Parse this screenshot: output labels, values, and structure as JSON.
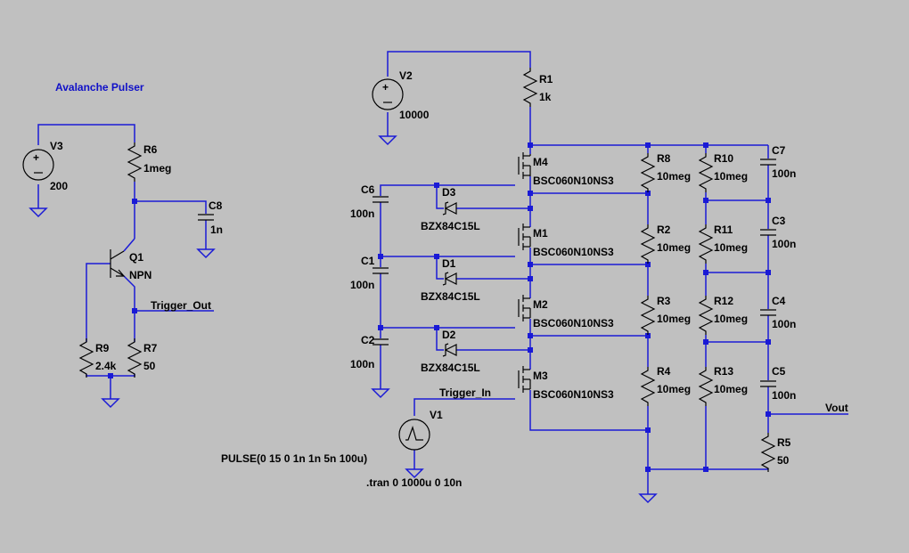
{
  "title": "Avalanche Pulser",
  "components": {
    "V3": {
      "name": "V3",
      "value": "200"
    },
    "R6": {
      "name": "R6",
      "value": "1meg"
    },
    "C8": {
      "name": "C8",
      "value": "1n"
    },
    "Q1": {
      "name": "Q1",
      "value": "NPN"
    },
    "R9": {
      "name": "R9",
      "value": "2.4k"
    },
    "R7": {
      "name": "R7",
      "value": "50"
    },
    "V2": {
      "name": "V2",
      "value": "10000"
    },
    "R1": {
      "name": "R1",
      "value": "1k"
    },
    "M4": {
      "name": "M4",
      "value": "BSC060N10NS3"
    },
    "M1": {
      "name": "M1",
      "value": "BSC060N10NS3"
    },
    "M2": {
      "name": "M2",
      "value": "BSC060N10NS3"
    },
    "M3": {
      "name": "M3",
      "value": "BSC060N10NS3"
    },
    "D3": {
      "name": "D3",
      "value": "BZX84C15L"
    },
    "D1": {
      "name": "D1",
      "value": "BZX84C15L"
    },
    "D2": {
      "name": "D2",
      "value": "BZX84C15L"
    },
    "C6": {
      "name": "C6",
      "value": "100n"
    },
    "C1": {
      "name": "C1",
      "value": "100n"
    },
    "C2": {
      "name": "C2",
      "value": "100n"
    },
    "R8": {
      "name": "R8",
      "value": "10meg"
    },
    "R2": {
      "name": "R2",
      "value": "10meg"
    },
    "R3": {
      "name": "R3",
      "value": "10meg"
    },
    "R4": {
      "name": "R4",
      "value": "10meg"
    },
    "R10": {
      "name": "R10",
      "value": "10meg"
    },
    "R11": {
      "name": "R11",
      "value": "10meg"
    },
    "R12": {
      "name": "R12",
      "value": "10meg"
    },
    "R13": {
      "name": "R13",
      "value": "10meg"
    },
    "C7": {
      "name": "C7",
      "value": "100n"
    },
    "C3": {
      "name": "C3",
      "value": "100n"
    },
    "C4": {
      "name": "C4",
      "value": "100n"
    },
    "C5": {
      "name": "C5",
      "value": "100n"
    },
    "R5": {
      "name": "R5",
      "value": "50"
    },
    "V1": {
      "name": "V1"
    }
  },
  "nets": {
    "trigger_out": "Trigger_Out",
    "trigger_in": "Trigger_In",
    "vout": "Vout"
  },
  "directives": {
    "pulse": "PULSE(0 15 0 1n 1n 5n 100u)",
    "tran": ".tran 0 1000u 0 10n"
  },
  "colors": {
    "background": "#c0c0c0",
    "wire": "#1a1ad6",
    "component": "#000000",
    "title": "#1010c8"
  }
}
